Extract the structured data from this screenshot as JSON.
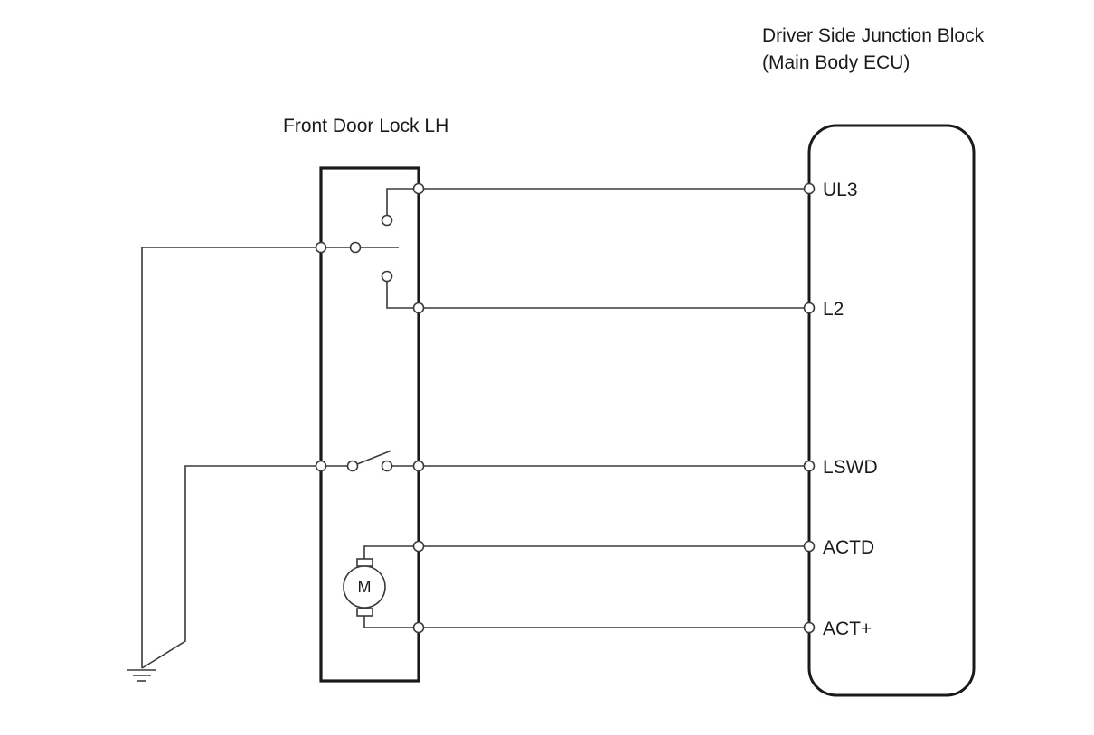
{
  "components": {
    "ecu": {
      "title_line1": "Driver Side Junction Block",
      "title_line2": "(Main Body ECU)"
    },
    "door_lock": {
      "title": "Front Door Lock LH"
    },
    "motor": {
      "symbol": "M"
    }
  },
  "pins": {
    "ul3": "UL3",
    "l2": "L2",
    "lswd": "LSWD",
    "actd": "ACTD",
    "act_plus": "ACT+"
  },
  "icons": {
    "ground": "ground-icon",
    "motor": "motor-icon",
    "switch": "switch-icon"
  },
  "colors": {
    "line": "#3a3a3a",
    "box": "#1a1a1a",
    "background": "#ffffff"
  }
}
